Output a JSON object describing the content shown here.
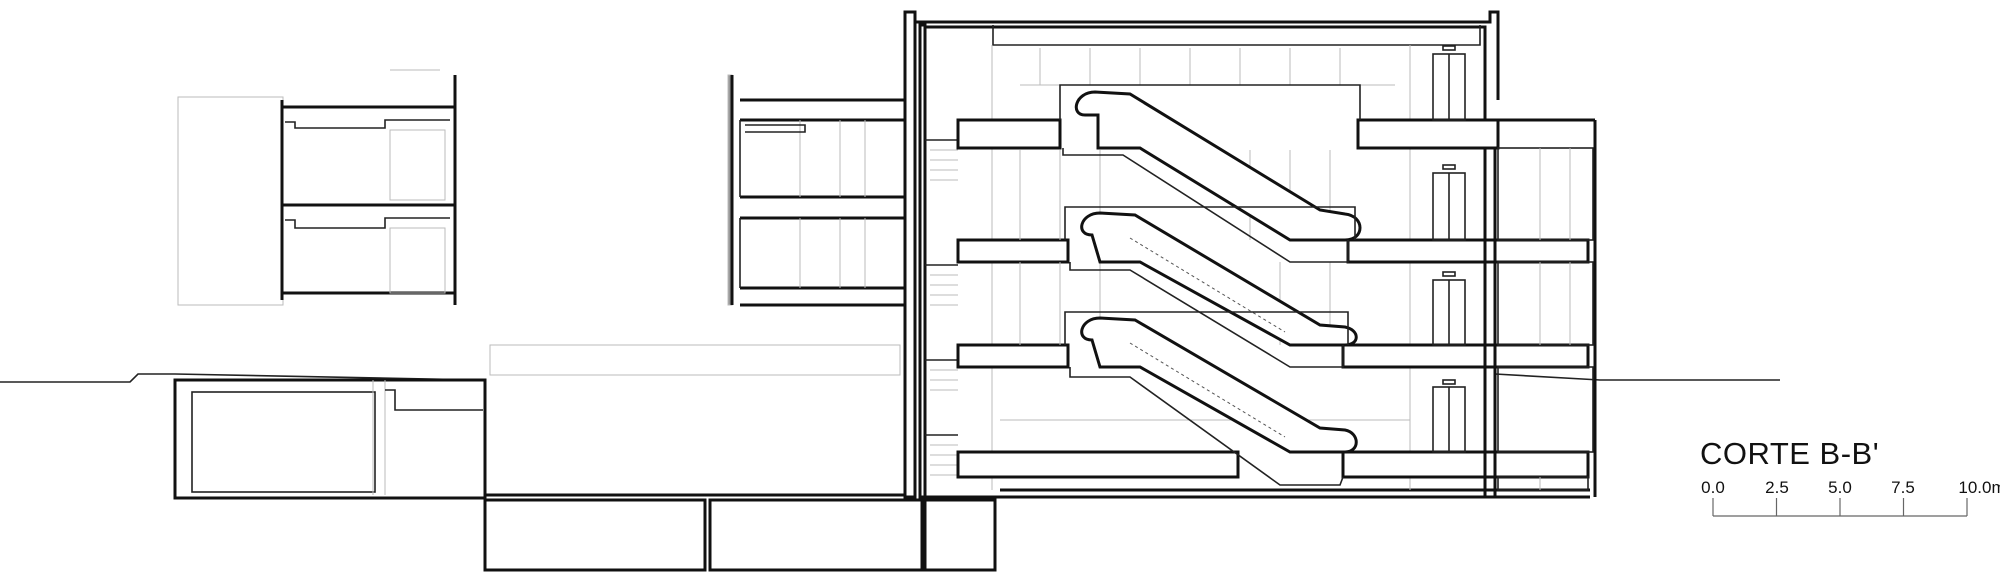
{
  "drawing": {
    "title": "CORTE B-B'",
    "scale_bar": {
      "unit": "m",
      "labels": [
        "0.0",
        "2.5",
        "5.0",
        "7.5",
        "10.0m"
      ],
      "values": [
        0,
        2.5,
        5.0,
        7.5,
        10.0
      ]
    },
    "colors": {
      "line": "#111111",
      "light_line": "#bbbbbb",
      "background": "#ffffff"
    }
  }
}
